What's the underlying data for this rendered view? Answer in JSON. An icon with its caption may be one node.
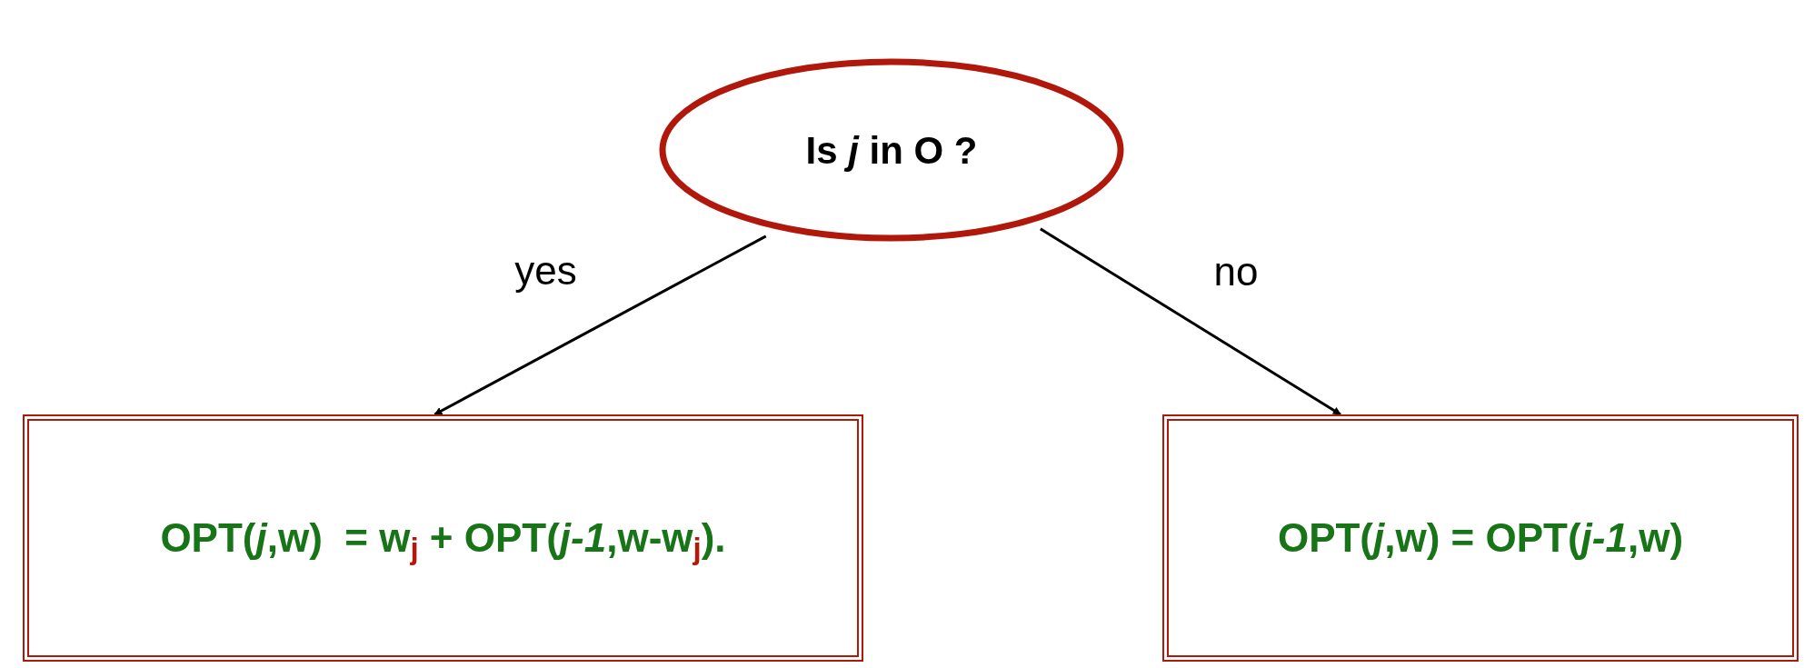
{
  "diagram": {
    "nodes": [
      {
        "text": [
          "Is *j* in **O** ?"
        ]
      },
      {
        "text": [
          "OPT(*j*,w)  = w$_{j}$ + OPT(*j-1*,w-w$_{j}$)."
        ]
      },
      {
        "text": [
          "OPT(*j*,w) = OPT(*j-1*,w)"
        ]
      }
    ],
    "edges": [
      {
        "from": 0,
        "to": 1,
        "arrow": "to",
        "label": "yes"
      },
      {
        "from": 0,
        "to": 2,
        "arrow": "to",
        "label": "no"
      }
    ]
  }
}
